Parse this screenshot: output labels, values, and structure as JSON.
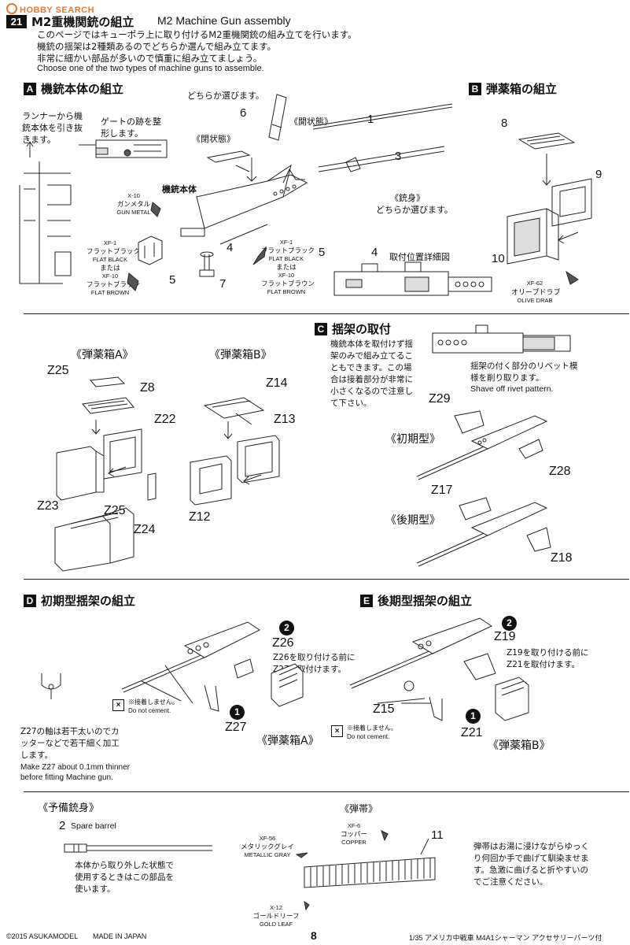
{
  "header": {
    "logo_text": "HOBBY SEARCH",
    "step_number": "21",
    "title_jp": "M2重機関銃の組立",
    "title_en": "M2 Machine Gun assembly",
    "intro_lines": [
      "このページではキューポラ上に取り付けるM2重機関銃の組み立てを行います。",
      "機銃の揺架は2種類あるのでどちらか選んで組み立てます。",
      "非常に細かい部品が多いので慎重に組み立てましょう。"
    ],
    "intro_en": "Choose one of the two types of machine guns to assemble."
  },
  "section_a": {
    "letter": "A",
    "title": "機銃本体の組立",
    "runner_note": "ランナーから機銃本体を引き抜きます。",
    "gate_note": "ゲートの跡を整形します。",
    "choose_note": "どちらか選びます。",
    "open_state": "《開状態》",
    "closed_state": "《閉状態》",
    "body_label": "機銃本体",
    "barrel_label": "《銃身》",
    "barrel_choose": "どちらか選びます。",
    "detail_label": "取付位置詳細図",
    "paint_x10": [
      "X-10",
      "ガンメタル",
      "GUN METAL"
    ],
    "paint_xf1_left": [
      "XF-1",
      "フラットブラック",
      "FLAT BLACK",
      "または",
      "XF-10",
      "フラットブラウン",
      "FLAT BROWN"
    ],
    "paint_xf1_right": [
      "XF-1",
      "フラットブラック",
      "FLAT BLACK",
      "または",
      "XF-10",
      "フラットブラウン",
      "FLAT BROWN"
    ],
    "parts": [
      "1",
      "3",
      "6",
      "4",
      "5",
      "7",
      "5",
      "4"
    ]
  },
  "section_b": {
    "letter": "B",
    "title": "弾薬箱の組立",
    "parts": [
      "8",
      "9",
      "10"
    ],
    "paint": [
      "XF-62",
      "オリーブドラブ",
      "OLIVE DRAB"
    ]
  },
  "section_c": {
    "letter": "C",
    "title": "揺架の取付",
    "note_jp": "機銃本体を取付けず揺架のみで組み立てることもできます。この場合は接着部分が非常に小さくなるので注意して下さい。",
    "rivet_jp": "揺架の付く部分のリベット模様を削り取ります。",
    "rivet_en": "Shave off rivet pattern.",
    "early": "《初期型》",
    "late": "《後期型》",
    "parts": [
      "Z29",
      "Z28",
      "Z17",
      "Z18"
    ]
  },
  "ammo_boxes": {
    "box_a": "《弾薬箱A》",
    "box_b": "《弾薬箱B》",
    "parts_a": [
      "Z25",
      "Z8",
      "Z22",
      "Z23",
      "Z25",
      "Z24"
    ],
    "parts_b": [
      "Z14",
      "Z13",
      "Z12"
    ]
  },
  "section_d": {
    "letter": "D",
    "title": "初期型揺架の組立",
    "step2": "2",
    "step1": "1",
    "part_z26": "Z26",
    "z26_note": "Z26を取り付ける前にZ27を取付けます。",
    "part_z27": "Z27",
    "no_cement_jp": "※接着しません。",
    "no_cement_en": "Do not cement.",
    "box_label": "《弾薬箱A》",
    "z27_note_jp": "Z27の軸は若干太いのでカッターなどで若干細く加工します。",
    "z27_note_en": "Make Z27 about 0.1mm thinner before fitting Machine gun."
  },
  "section_e": {
    "letter": "E",
    "title": "後期型揺架の組立",
    "step2": "2",
    "step1": "1",
    "part_z19": "Z19",
    "z19_note": "Z19を取り付ける前にZ21を取付けます。",
    "part_z15": "Z15",
    "part_z21": "Z21",
    "no_cement_jp": "※接着しません。",
    "no_cement_en": "Do not cement.",
    "box_label": "《弾薬箱B》"
  },
  "spare": {
    "title": "《予備銃身》",
    "part": "2",
    "part_en": "Spare barrel",
    "note": "本体から取り外した状態で使用するときはこの部品を使います。"
  },
  "belt": {
    "title": "《弾帯》",
    "part": "11",
    "paint_xf56": [
      "XF-56",
      "メタリックグレイ",
      "METALLIC GRAY"
    ],
    "paint_xf6": [
      "XF-6",
      "コッパー",
      "COPPER"
    ],
    "paint_x12": [
      "X-12",
      "ゴールドリーフ",
      "GOLD LEAF"
    ],
    "note": "弾帯はお湯に浸けながらゆっくり何回か手で曲げて馴染ませます。急激に曲げると折やすいのでご注意ください。"
  },
  "footer": {
    "copyright": "©2015 ASUKAMODEL",
    "made_in": "MADE IN JAPAN",
    "page": "8",
    "product": "1/35 アメリカ中戦車 M4A1シャーマン アクセサリーパーツ付"
  }
}
